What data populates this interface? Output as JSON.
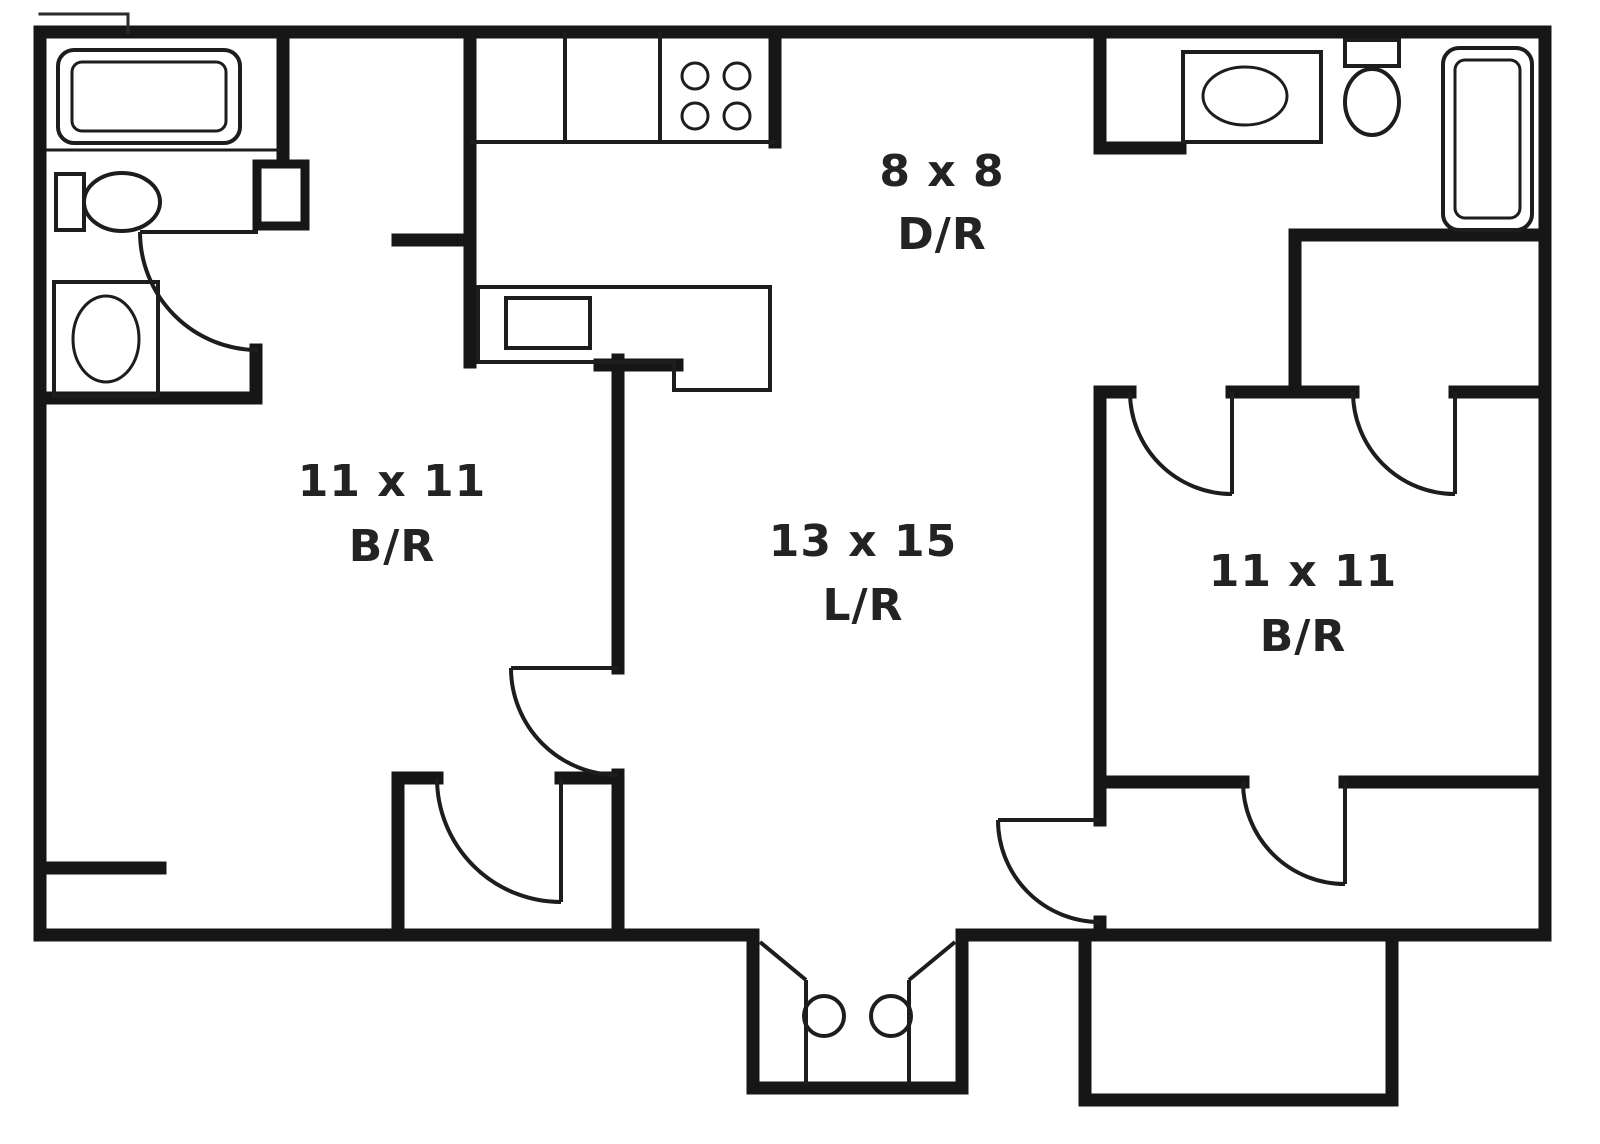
{
  "rooms": {
    "dining": {
      "dims": "8 x 8",
      "abbr": "D/R"
    },
    "bedroom_left": {
      "dims": "11 x 11",
      "abbr": "B/R"
    },
    "living": {
      "dims": "13 x 15",
      "abbr": "L/R"
    },
    "bedroom_right": {
      "dims": "11 x 11",
      "abbr": "B/R"
    }
  },
  "colors": {
    "wall": "#161616",
    "label": "#232323",
    "background": "#ffffff"
  }
}
